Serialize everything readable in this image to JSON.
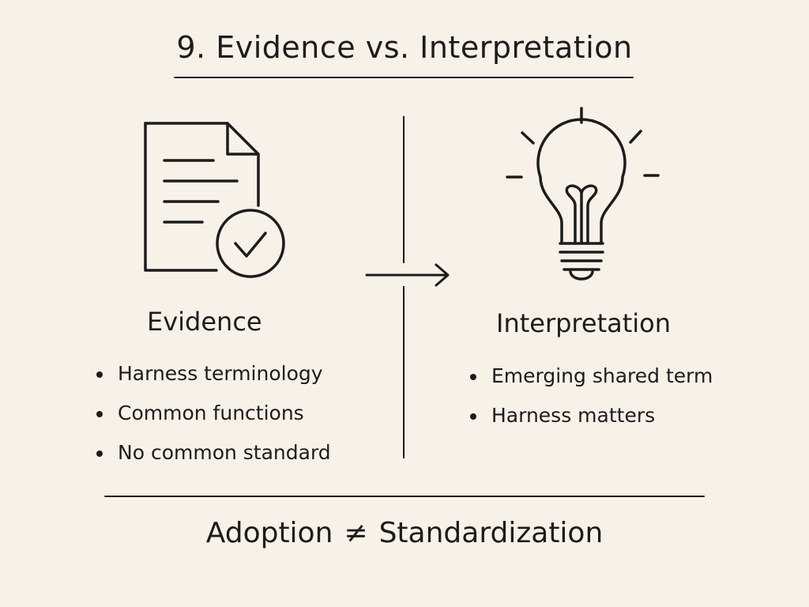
{
  "title": "9. Evidence vs. Interpretation",
  "left": {
    "heading": "Evidence",
    "icon": "document-check-icon",
    "bullets": [
      "Harness terminology",
      "Common functions",
      "No common standard"
    ]
  },
  "right": {
    "heading": "Interpretation",
    "icon": "lightbulb-icon",
    "bullets": [
      "Emerging shared term",
      "Harness matters"
    ]
  },
  "connector": "arrow-right-icon",
  "conclusion": {
    "left": "Adoption",
    "operator": "≠",
    "right": "Standardization"
  },
  "colors": {
    "background": "#f8f1e8",
    "ink": "#1c1c1c"
  }
}
